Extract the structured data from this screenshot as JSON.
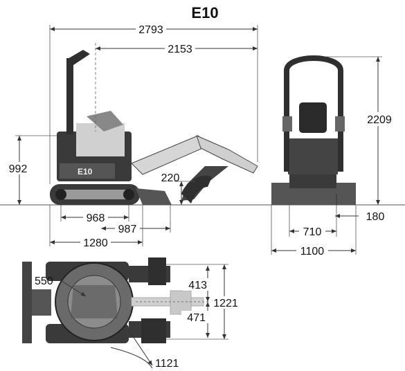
{
  "title": "E10",
  "dimensions": {
    "overall_length": "2793",
    "length_to_cab": "2153",
    "rear_height": "992",
    "dig_below_ground": "220",
    "track_on_ground": "968",
    "blade_to_track": "987",
    "track_length": "1280",
    "overall_height": "2209",
    "track_width": "710",
    "ground_clearance": "180",
    "overall_width": "1100",
    "tail_radius": "550",
    "swing_left": "413",
    "swing_right": "471",
    "boom_offset_width": "1221",
    "front_swing_radius": "1121"
  },
  "colors": {
    "machine_dark": "#2b2b2b",
    "machine_mid": "#8a8a8a",
    "machine_light": "#d9d9d9",
    "dimension_line": "#333333"
  }
}
